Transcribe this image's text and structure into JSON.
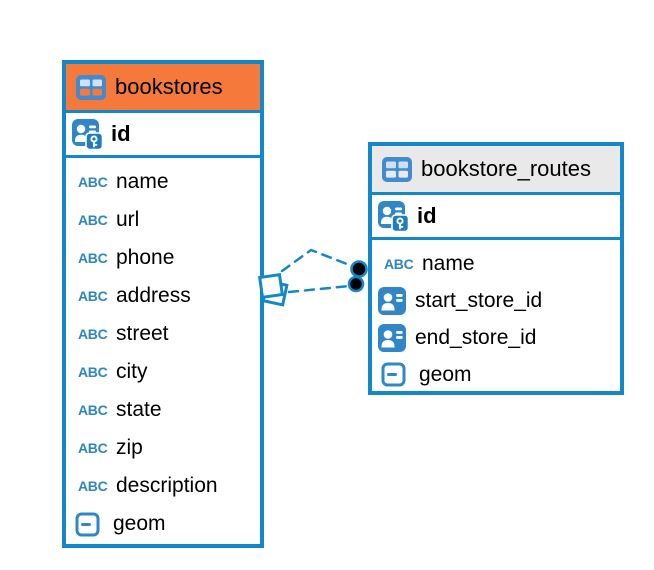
{
  "diagram": {
    "type": "entity-relationship",
    "background": "#ffffff",
    "colors": {
      "accent_blue": "#1287c9",
      "icon_blue": "#2f87c8",
      "icon_cell_light": "#cfe2f4",
      "bookstores_header": "#f5793b",
      "bookstore_routes_header": "#e9e9e9",
      "text": "#000000",
      "relation_dot": "#000000"
    },
    "icons": {
      "varchar_label": "ABC"
    },
    "tables": [
      {
        "name": "bookstores",
        "primary_key": {
          "name": "id",
          "icon": "primary-key-icon"
        },
        "columns": [
          {
            "name": "name",
            "type": "text"
          },
          {
            "name": "url",
            "type": "text"
          },
          {
            "name": "phone",
            "type": "text"
          },
          {
            "name": "address",
            "type": "text"
          },
          {
            "name": "street",
            "type": "text"
          },
          {
            "name": "city",
            "type": "text"
          },
          {
            "name": "state",
            "type": "text"
          },
          {
            "name": "zip",
            "type": "text"
          },
          {
            "name": "description",
            "type": "text"
          },
          {
            "name": "geom",
            "type": "object"
          }
        ]
      },
      {
        "name": "bookstore_routes",
        "primary_key": {
          "name": "id",
          "icon": "primary-key-icon"
        },
        "columns": [
          {
            "name": "name",
            "type": "text"
          },
          {
            "name": "start_store_id",
            "type": "reference"
          },
          {
            "name": "end_store_id",
            "type": "reference"
          },
          {
            "name": "geom",
            "type": "object"
          }
        ]
      }
    ],
    "relations": [
      {
        "source": "bookstores",
        "target": "bookstore_routes",
        "line_style": "dashed",
        "source_marker": "stacked-squares",
        "target_marker": "black-dot"
      },
      {
        "source": "bookstores",
        "target": "bookstore_routes",
        "line_style": "dashed",
        "source_marker": "stacked-squares",
        "target_marker": "black-dot"
      }
    ]
  }
}
